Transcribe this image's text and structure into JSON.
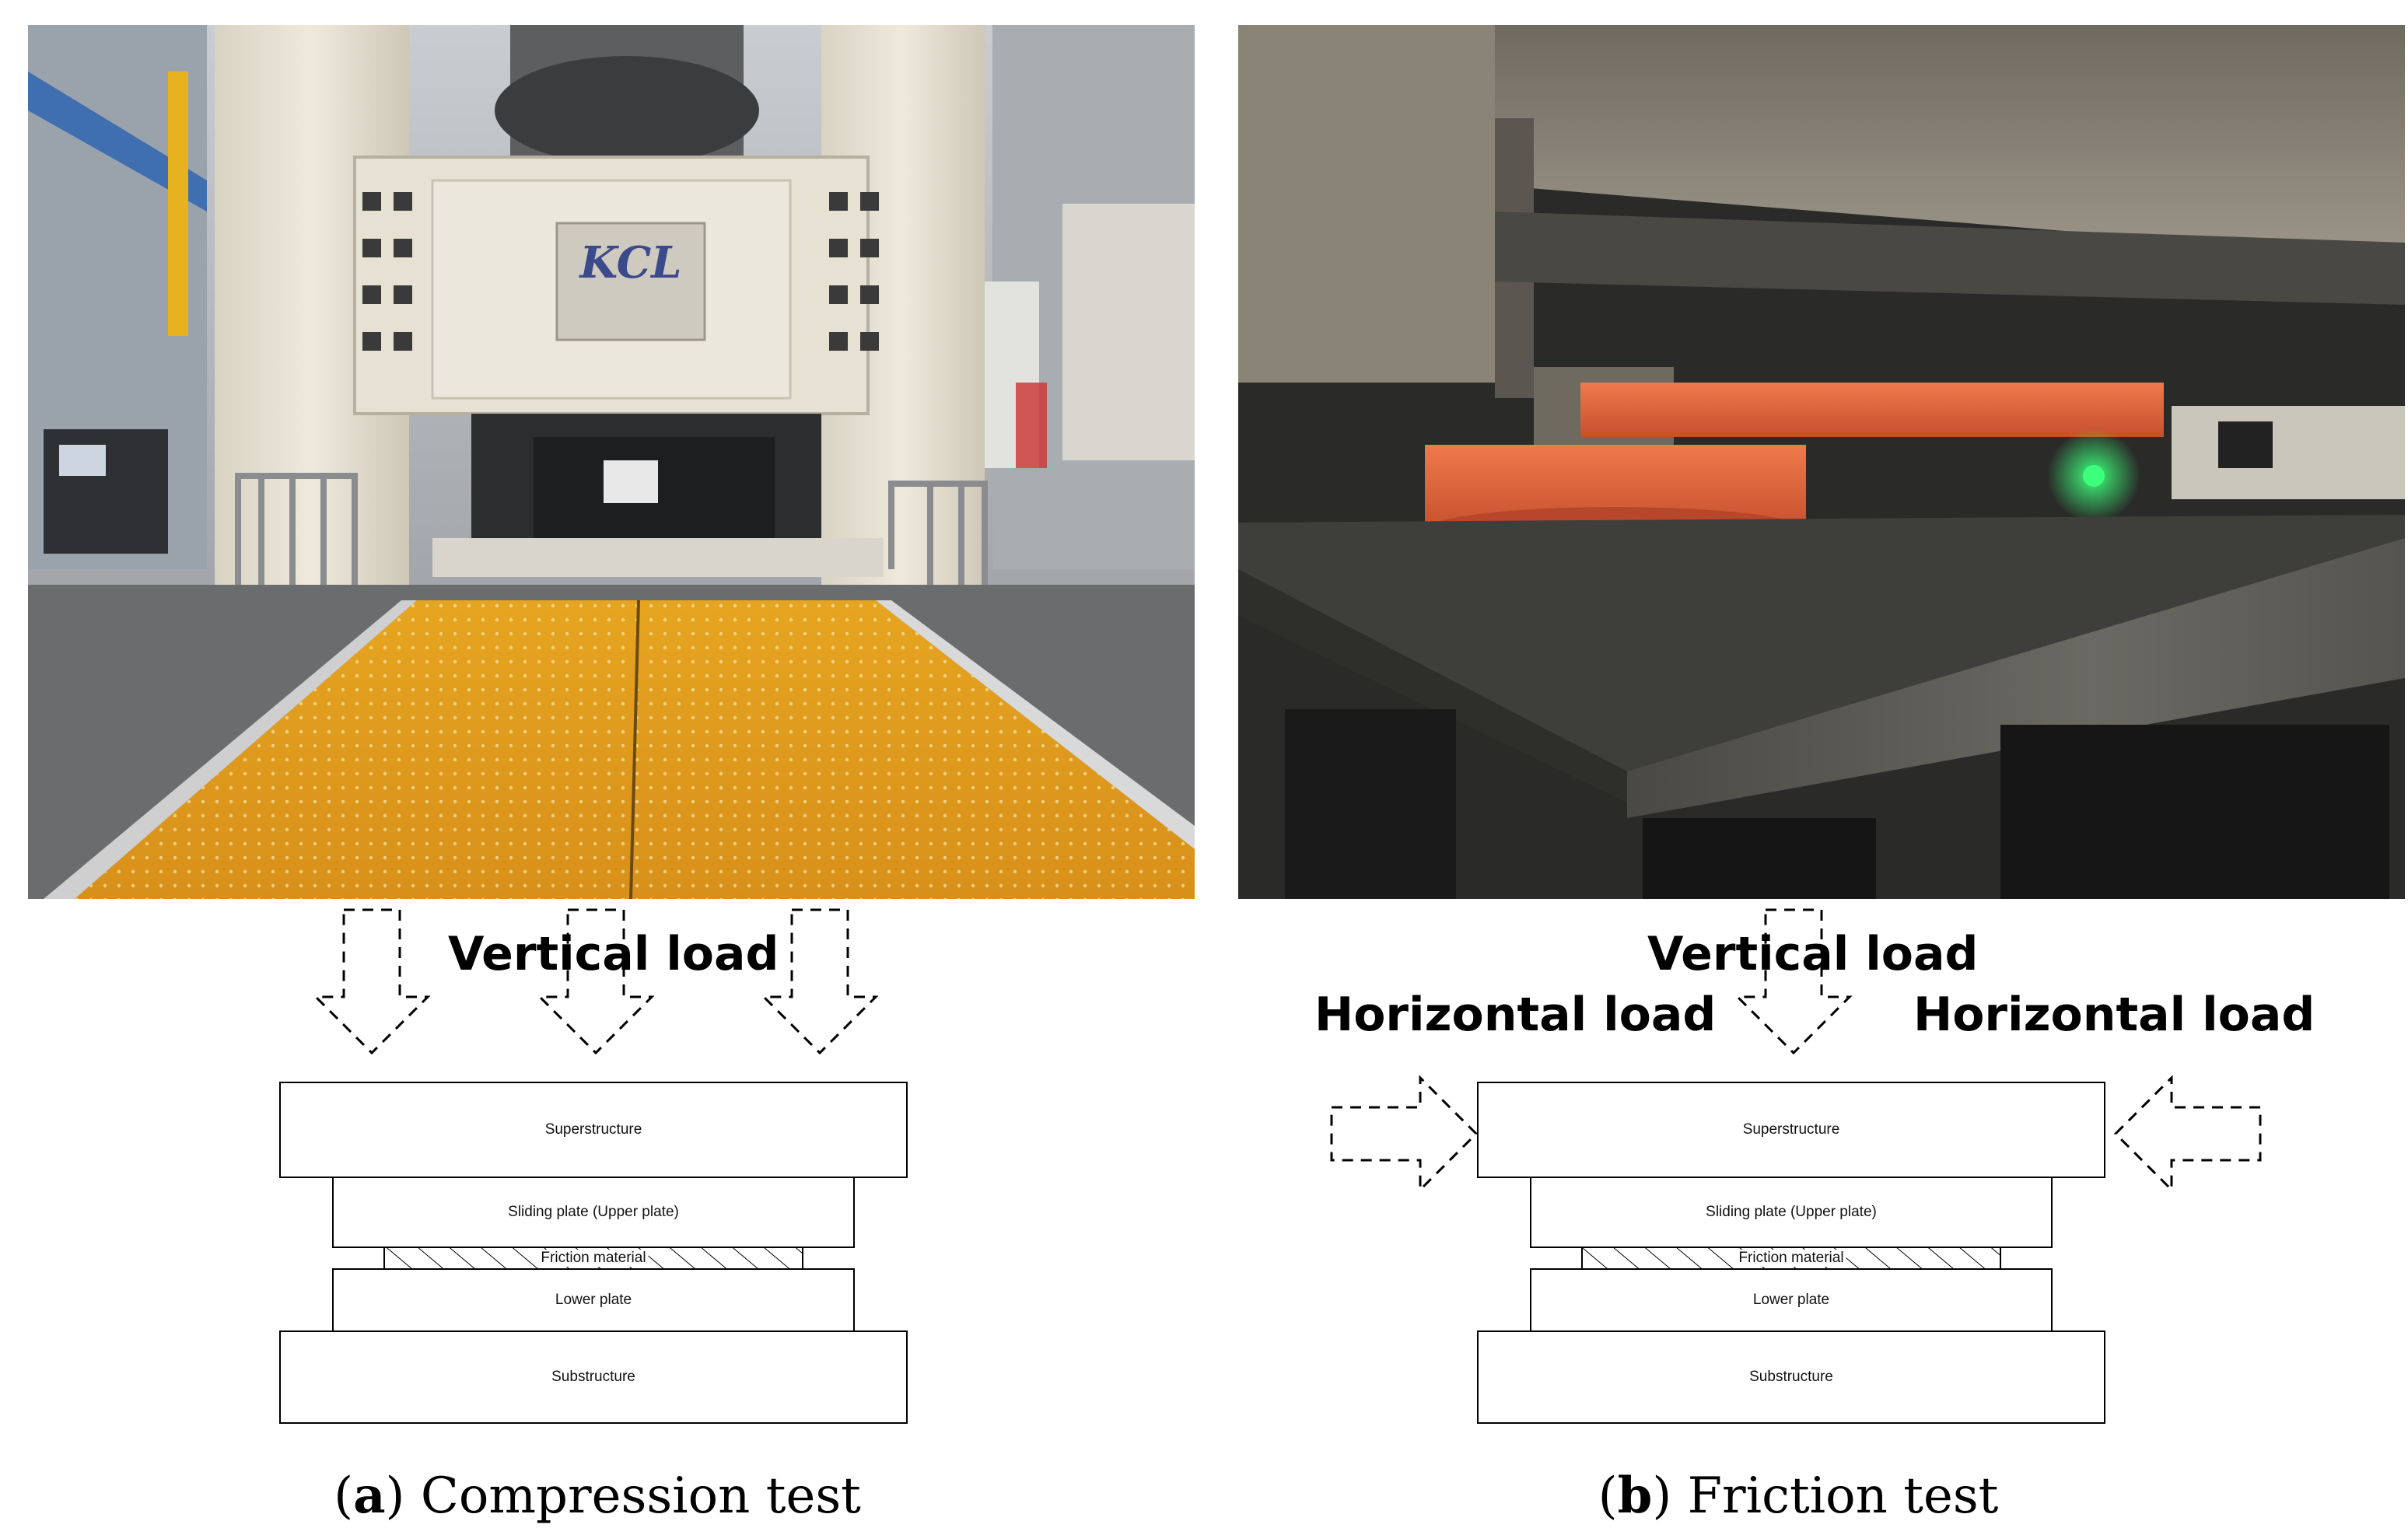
{
  "panels": [
    {
      "letter": "a",
      "caption": "Compression test",
      "photo_logo": "KCL",
      "loads": {
        "vertical": "Vertical load"
      },
      "layers": {
        "superstructure": "Superstructure",
        "sliding_plate": "Sliding plate (Upper plate)",
        "friction_material": "Friction material",
        "lower_plate": "Lower plate",
        "substructure": "Substructure"
      }
    },
    {
      "letter": "b",
      "caption": "Friction test",
      "loads": {
        "vertical": "Vertical load",
        "horizontal_left": "Horizontal load",
        "horizontal_right": "Horizontal load"
      },
      "layers": {
        "superstructure": "Superstructure",
        "sliding_plate": "Sliding plate (Upper plate)",
        "friction_material": "Friction material",
        "lower_plate": "Lower plate",
        "substructure": "Substructure"
      }
    }
  ],
  "colors": {
    "floor_yellow": "#e8a21c",
    "machine_cream": "#e7e1d3",
    "bearing_orange": "#e0603a",
    "steel_dark": "#3e3e3a",
    "laser_green": "#3cff7a"
  }
}
